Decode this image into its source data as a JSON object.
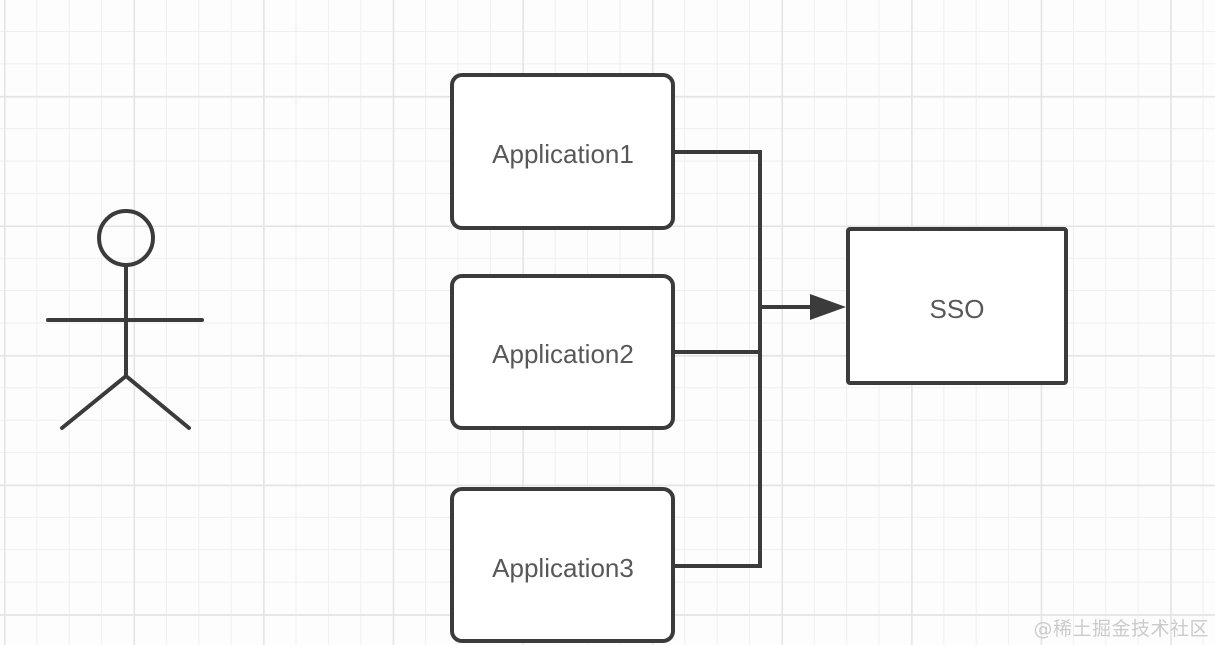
{
  "diagram": {
    "type": "flowchart",
    "description": "User actor with three applications connecting through a bus into SSO",
    "actor": {
      "name": "user-actor"
    },
    "nodes": [
      {
        "id": "application1",
        "label": "Application1"
      },
      {
        "id": "application2",
        "label": "Application2"
      },
      {
        "id": "application3",
        "label": "Application3"
      },
      {
        "id": "sso",
        "label": "SSO"
      }
    ],
    "edges": [
      {
        "from": "application1",
        "to": "bus"
      },
      {
        "from": "application2",
        "to": "bus"
      },
      {
        "from": "application3",
        "to": "bus"
      },
      {
        "from": "bus",
        "to": "sso",
        "arrow": true
      }
    ],
    "colors": {
      "stroke": "#3b3b3b",
      "node_fill": "#ffffff",
      "label_text": "#585858",
      "background": "#fdfdfd",
      "grid_minor": "#efefef",
      "grid_major": "#e4e4e4",
      "watermark": "#cbcbcb"
    }
  },
  "watermark": {
    "text": "@稀土掘金技术社区"
  }
}
